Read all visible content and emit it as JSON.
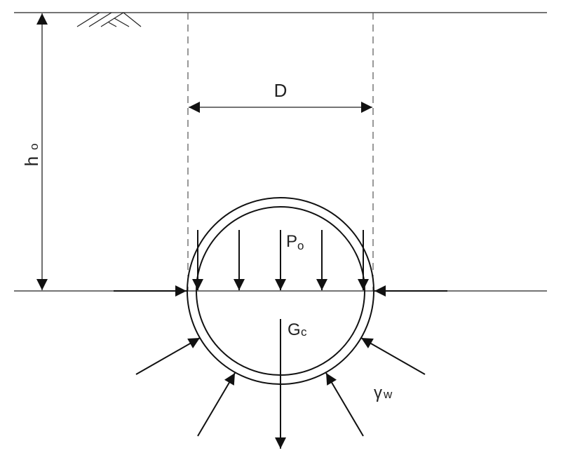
{
  "diagram": {
    "type": "pipe-buoyancy-force-diagram",
    "labels": {
      "depth": "h",
      "depth_sub": "o",
      "diameter": "D",
      "soil_pressure": "P",
      "soil_pressure_sub": "o",
      "self_weight": "G",
      "self_weight_sub": "c",
      "water_unit_weight": "γ",
      "water_unit_weight_sub": "w"
    },
    "elements": [
      "ground-surface-line",
      "soil-hatch-symbol",
      "depth-dimension-arrow",
      "diameter-dimension-arrow",
      "pipe-outer-wall",
      "pipe-inner-wall",
      "water-level-line",
      "downward-soil-pressure-arrows",
      "lateral-pressure-arrows",
      "self-weight-arrow",
      "buoyancy-pressure-arrows"
    ],
    "colors": {
      "line": "#111111",
      "dash": "#555555",
      "background": "#ffffff"
    }
  }
}
